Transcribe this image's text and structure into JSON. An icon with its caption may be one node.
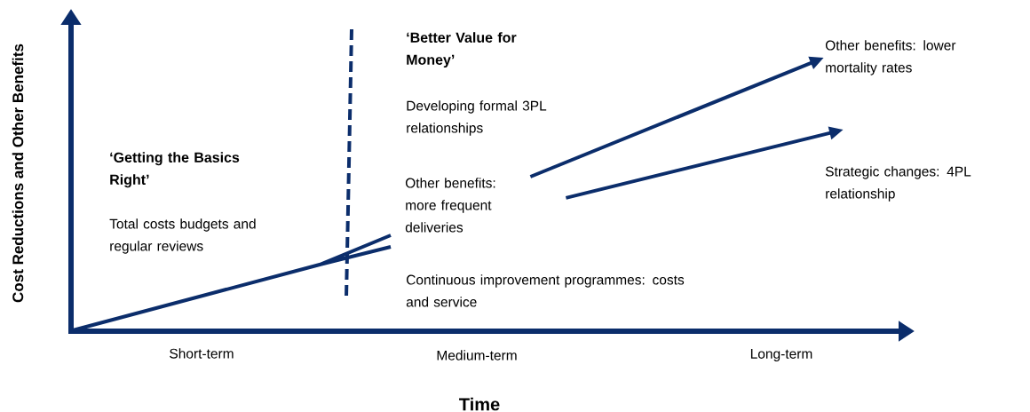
{
  "diagram": {
    "nodes": [
      {
        "text": [
          "Other benefits: lower mortality rates"
        ]
      },
      {
        "text": [
          "Other benefits: more frequent deliveries"
        ]
      },
      {
        "text": [
          "Strategic changes: 4PL relationship"
        ]
      }
    ],
    "edges": [
      {
        "from": 1,
        "to": 0,
        "arrow": "to"
      },
      {
        "from": 1,
        "to": 2,
        "arrow": "to"
      }
    ],
    "labels": [
      "Cost Reductions and Other Benefits",
      "‘Better Value for Money’",
      "Developing formal 3PL relationships",
      "‘Getting the Basics Right’",
      "Total costs budgets and regular reviews",
      "Continuous improvement programmes: costs and service",
      "Short-term",
      "Medium-term",
      "Long-term",
      "Time"
    ]
  }
}
